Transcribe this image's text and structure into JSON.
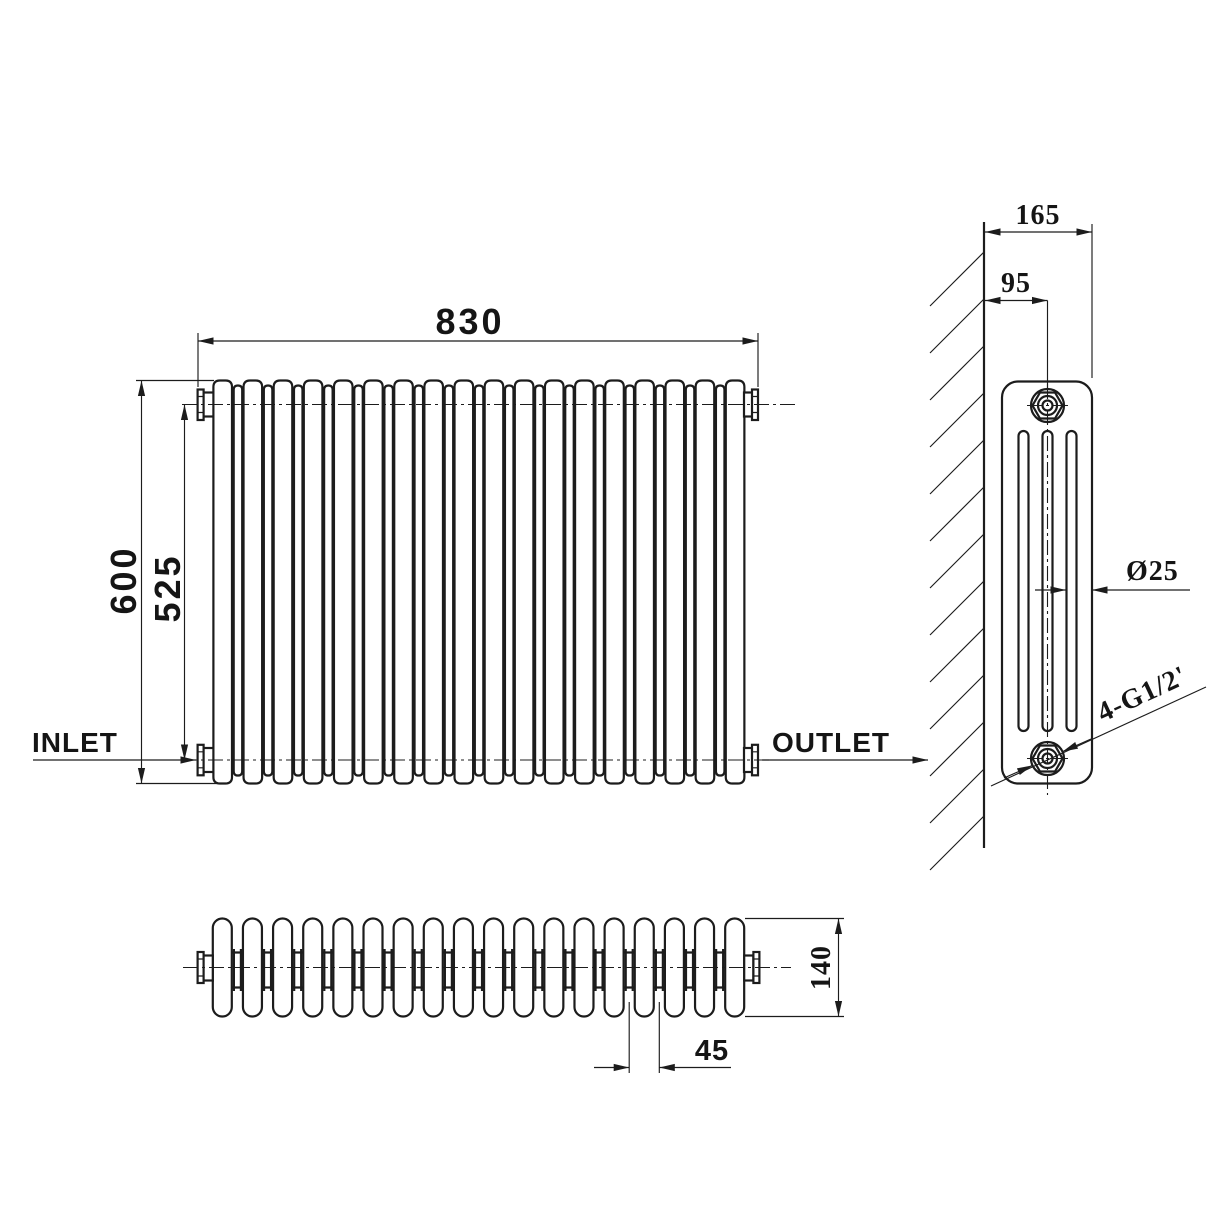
{
  "drawing": {
    "front_view": {
      "width_label": "830",
      "overall_height_label": "600",
      "pipe_centres_label": "525",
      "inlet_label": "INLET",
      "outlet_label": "OUTLET"
    },
    "side_view": {
      "depth_from_wall_label": "165",
      "wall_to_centre_label": "95",
      "tube_diameter_label": "Ø25",
      "connections_label": "4-G1/2'"
    },
    "plan_view": {
      "depth_label": "140",
      "section_pitch_label": "45"
    },
    "colors": {
      "line": "#1c1c1c",
      "background": "#ffffff"
    }
  }
}
